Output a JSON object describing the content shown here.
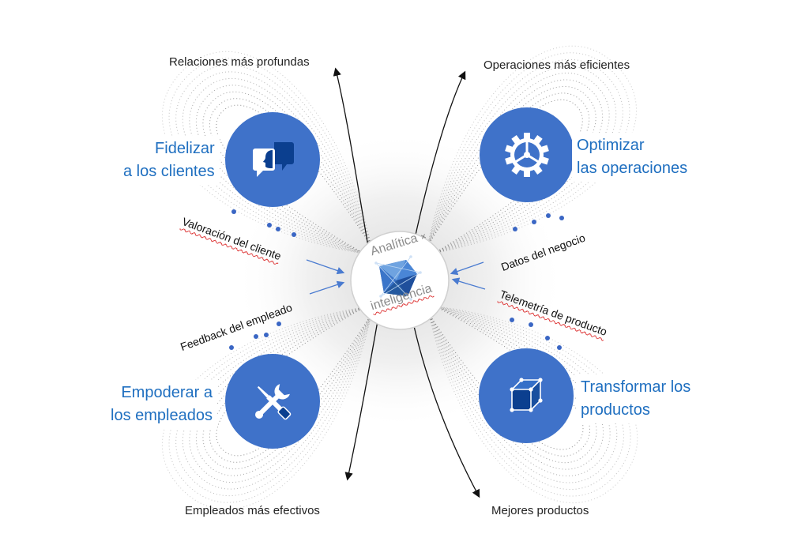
{
  "center": {
    "word_top": "Analítica",
    "symbol": "×",
    "word_bottom": "inteligencia",
    "icon": "crystal-prism-icon"
  },
  "outcomes": {
    "top_left": "Relaciones más profundas",
    "top_right": "Operaciones más eficientes",
    "bottom_left": "Empleados más efectivos",
    "bottom_right": "Mejores productos"
  },
  "pillars": {
    "customers": {
      "line1": "Fidelizar",
      "line2": "a los clientes",
      "icon": "chat-bubbles-icon"
    },
    "operations": {
      "line1": "Optimizar",
      "line2": "las operaciones",
      "icon": "gear-icon"
    },
    "employees": {
      "line1": "Empoderar a",
      "line2": "los empleados",
      "icon": "wrench-screwdriver-icon"
    },
    "products": {
      "line1": "Transformar los",
      "line2": "productos",
      "icon": "cube-icon"
    }
  },
  "flows": {
    "customer_feedback": "Valoración del cliente",
    "employee_feedback": "Feedback del empleado",
    "business_data": "Datos del negocio",
    "product_telemetry": "Telemetría de producto"
  },
  "colors": {
    "accent": "#1f6fc0",
    "circle": "#3f72c9",
    "dots": "#3a66c4",
    "squiggle": "#d33333"
  }
}
